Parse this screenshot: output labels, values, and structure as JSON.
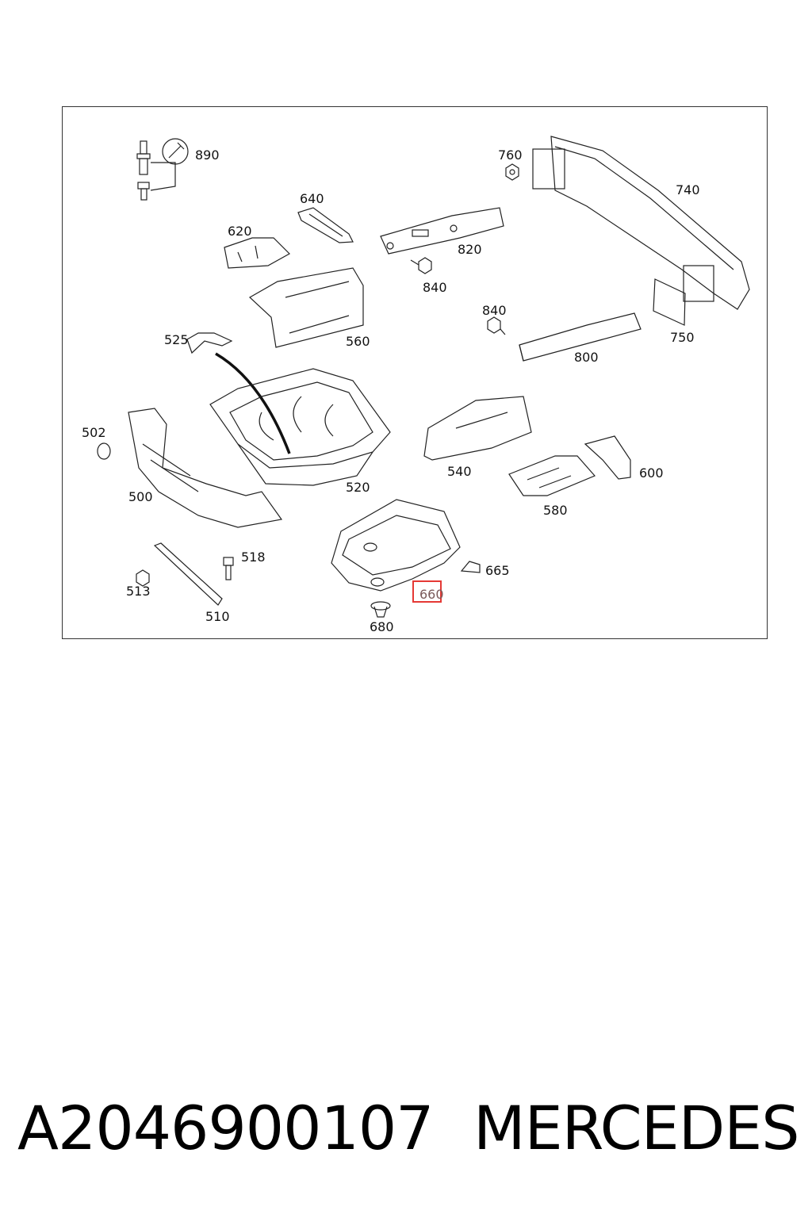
{
  "labels": {
    "l890": "890",
    "l760": "760",
    "l740": "740",
    "l640": "640",
    "l620": "620",
    "l820": "820",
    "l840a": "840",
    "l840b": "840",
    "l560": "560",
    "l525": "525",
    "l750": "750",
    "l800": "800",
    "l502": "502",
    "l500": "500",
    "l520": "520",
    "l540": "540",
    "l600": "600",
    "l580": "580",
    "l518": "518",
    "l513": "513",
    "l510": "510",
    "l665": "665",
    "l660": "660",
    "l680": "680"
  },
  "footer": {
    "part_number": "A2046900107",
    "brand": "MERCEDES"
  },
  "highlight_color": "#e53935"
}
